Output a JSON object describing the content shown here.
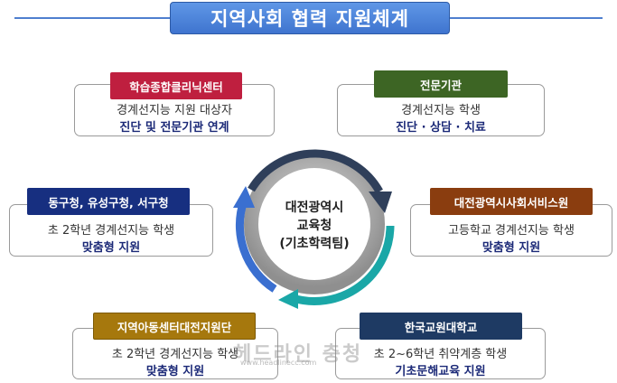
{
  "title": "지역사회 협력 지원체계",
  "center": {
    "line1": "대전광역시",
    "line2": "교육청",
    "line3": "(기초학력팀)"
  },
  "nodes": [
    {
      "label": "학습종합클리닉센터",
      "line1": "경계선지능 지원 대상자",
      "line2": "진단 및 전문기관 연계"
    },
    {
      "label": "전문기관",
      "line1": "경계선지능 학생",
      "line2": "진단 · 상담 · 치료"
    },
    {
      "label": "동구청, 유성구청, 서구청",
      "line1": "초 2학년 경계선지능 학생",
      "line2": "맞춤형 지원"
    },
    {
      "label": "대전광역시사회서비스원",
      "line1": "고등학교 경계선지능 학생",
      "line2": "맞춤형 지원"
    },
    {
      "label": "지역아동센터대전지원단",
      "line1": "초 2학년 경계선지능 학생",
      "line2": "맞춤형 지원"
    },
    {
      "label": "한국교원대학교",
      "line1": "초 2~6학년 취약계층 학생",
      "line2": "기초문해교육 지원"
    }
  ],
  "watermark": {
    "text": "헤드라인 충청",
    "url": "www.headlinecc.com"
  },
  "colors": {
    "title_bg": "#4a84dd",
    "arrow_dark": "#2f3f5a",
    "arrow_teal": "#1aa7a7",
    "arrow_blue": "#3a6fd0",
    "label_red": "#bf1f3f",
    "label_green": "#3d6524",
    "label_blue": "#172f80",
    "label_brown": "#8a3d0f",
    "label_gold": "#a6780d",
    "label_navy": "#1e3a63"
  }
}
